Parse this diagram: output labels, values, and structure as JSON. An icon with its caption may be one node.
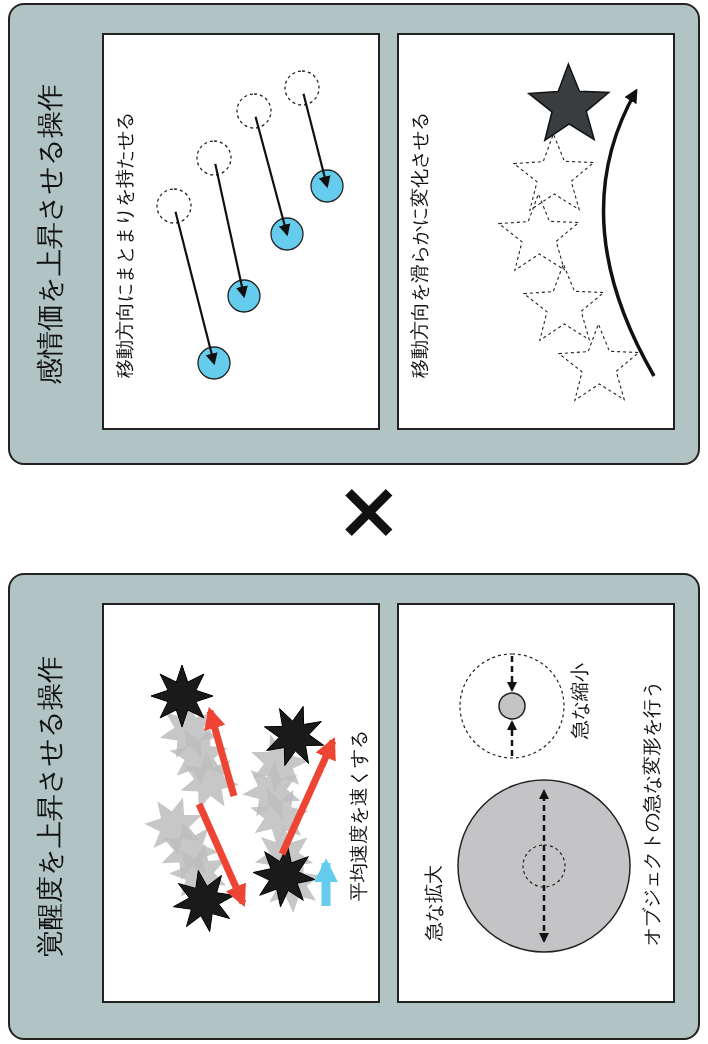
{
  "diagram": {
    "nodes": [
      {
        "text": [
          "感情価を上昇させる操作"
        ]
      },
      {
        "text": [
          "移動方向にまとまりを持たせる"
        ],
        "in": 0
      },
      {
        "text": [
          "移動方向を滑らかに変化させる"
        ],
        "in": 0
      },
      {
        "text": [
          "覚醒度を上昇させる操作"
        ]
      },
      {
        "text": [
          "平均速度を速くする"
        ],
        "in": 3
      },
      {
        "text": [
          "急な拡大",
          "急な縮小",
          "オブジェクトの急な変形を行う"
        ],
        "in": 3
      }
    ],
    "edges": [],
    "labels": [
      "×"
    ]
  }
}
